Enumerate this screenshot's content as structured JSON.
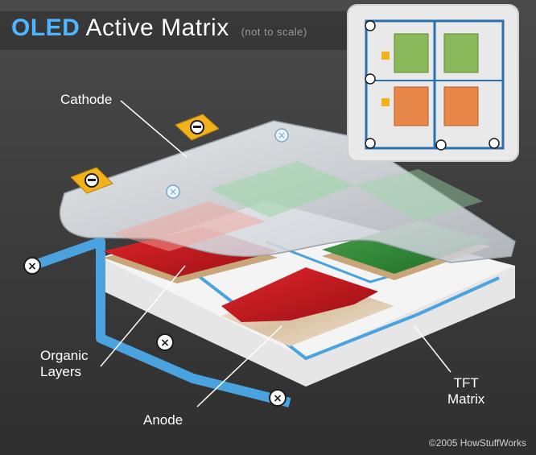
{
  "title": {
    "brand": "OLED",
    "main": "Active Matrix",
    "note": "(not to scale)"
  },
  "labels": {
    "cathode": "Cathode",
    "organic_line1": "Organic",
    "organic_line2": "Layers",
    "anode": "Anode",
    "tft_line1": "TFT",
    "tft_line2": "Matrix"
  },
  "copyright": "©2005 HowStuffWorks",
  "colors": {
    "background": "#3b3b3b",
    "trace": "#4aa3df",
    "terminal": "#f2b21b",
    "red_layer": "#c8141c",
    "green_layer": "#2f8a36",
    "cathode": "#d9dde2"
  }
}
